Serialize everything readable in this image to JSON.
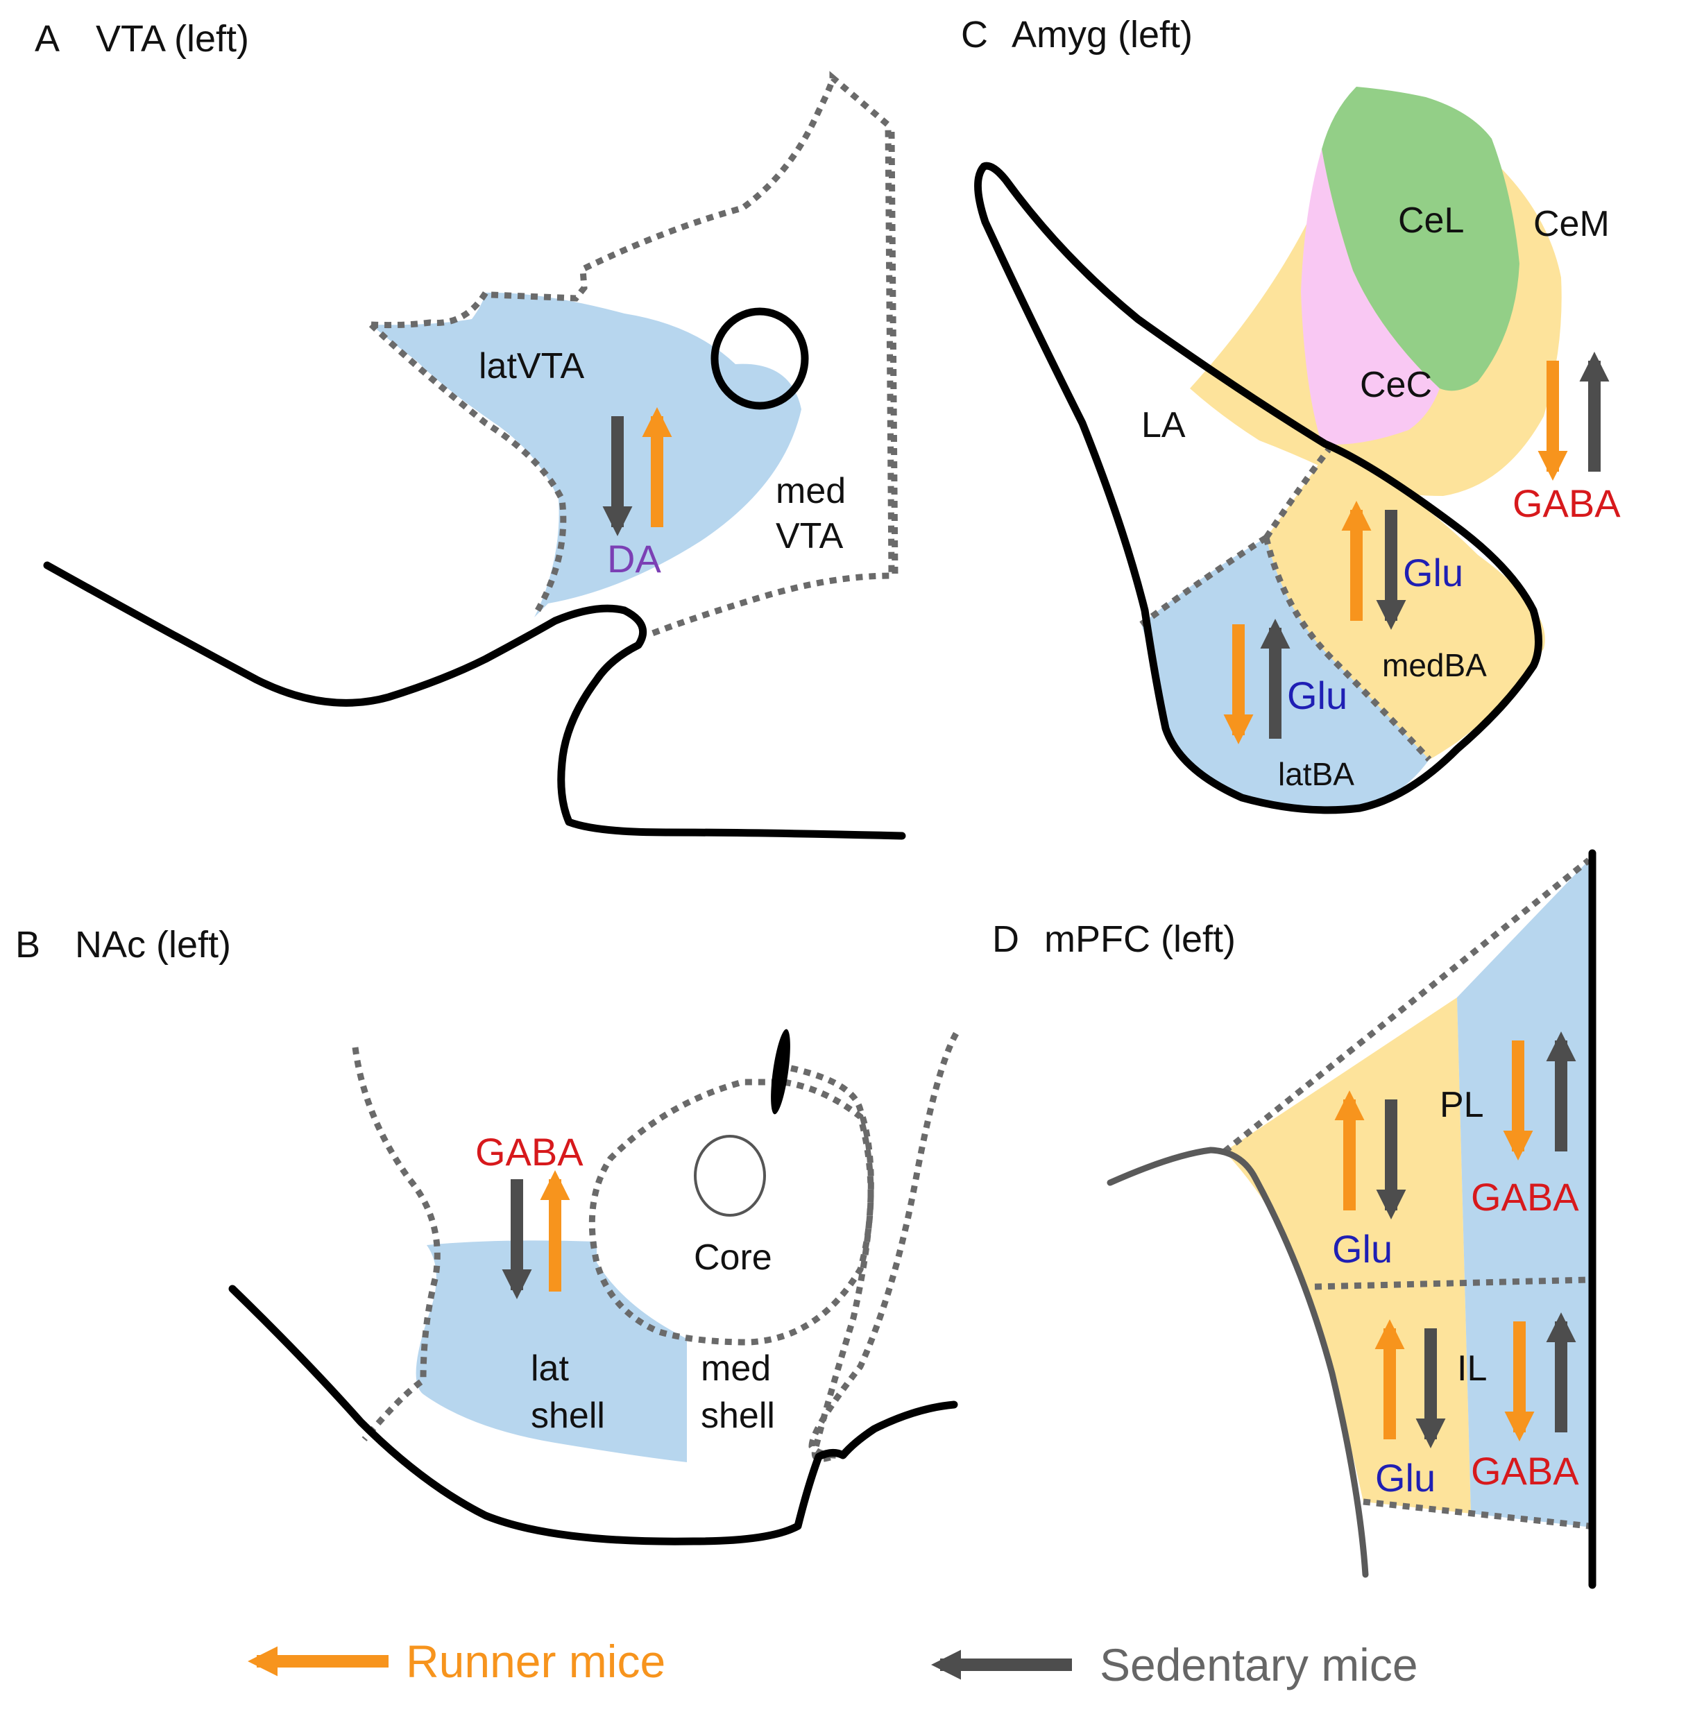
{
  "colors": {
    "runner": "#f7941d",
    "sedentary": "#4d4d4d",
    "gaba": "#d7191c",
    "glu": "#1f1fb4",
    "da": "#7b3fb4",
    "blue_region": "#b7d6ee",
    "yellow_region": "#fde39b",
    "green_region": "#93cf87",
    "pink_region": "#f9c8f3"
  },
  "panels": {
    "A": {
      "letter": "A",
      "title": "VTA (left)",
      "regions": {
        "lat": "latVTA",
        "med_line1": "med",
        "med_line2": "VTA"
      },
      "transmitter": "DA",
      "arrows": {
        "sedentary": "down",
        "runner": "up"
      }
    },
    "B": {
      "letter": "B",
      "title": "NAc (left)",
      "regions": {
        "core": "Core",
        "lat_line1": "lat",
        "lat_line2": "shell",
        "med_line1": "med",
        "med_line2": "shell"
      },
      "transmitter": "GABA",
      "arrows": {
        "sedentary": "down",
        "runner": "up"
      }
    },
    "C": {
      "letter": "C",
      "title": "Amyg (left)",
      "regions": {
        "la": "LA",
        "cel": "CeL",
        "cem": "CeM",
        "cec": "CeC",
        "medba": "medBA",
        "latba": "latBA"
      },
      "cem_transmitter": "GABA",
      "medba_transmitter": "Glu",
      "latba_transmitter": "Glu",
      "arrows": {
        "cem": {
          "runner": "down",
          "sedentary": "up"
        },
        "medba": {
          "runner": "up",
          "sedentary": "down"
        },
        "latba": {
          "runner": "down",
          "sedentary": "up"
        }
      }
    },
    "D": {
      "letter": "D",
      "title": "mPFC (left)",
      "regions": {
        "pl": "PL",
        "il": "IL"
      },
      "pl_left_transmitter": "Glu",
      "pl_right_transmitter": "GABA",
      "il_left_transmitter": "Glu",
      "il_right_transmitter": "GABA",
      "arrows": {
        "pl_left": {
          "runner": "up",
          "sedentary": "down"
        },
        "pl_right": {
          "runner": "down",
          "sedentary": "up"
        },
        "il_left": {
          "runner": "up",
          "sedentary": "down"
        },
        "il_right": {
          "runner": "down",
          "sedentary": "up"
        }
      }
    }
  },
  "legend": {
    "runner_label": "Runner mice",
    "sedentary_label": "Sedentary mice"
  }
}
